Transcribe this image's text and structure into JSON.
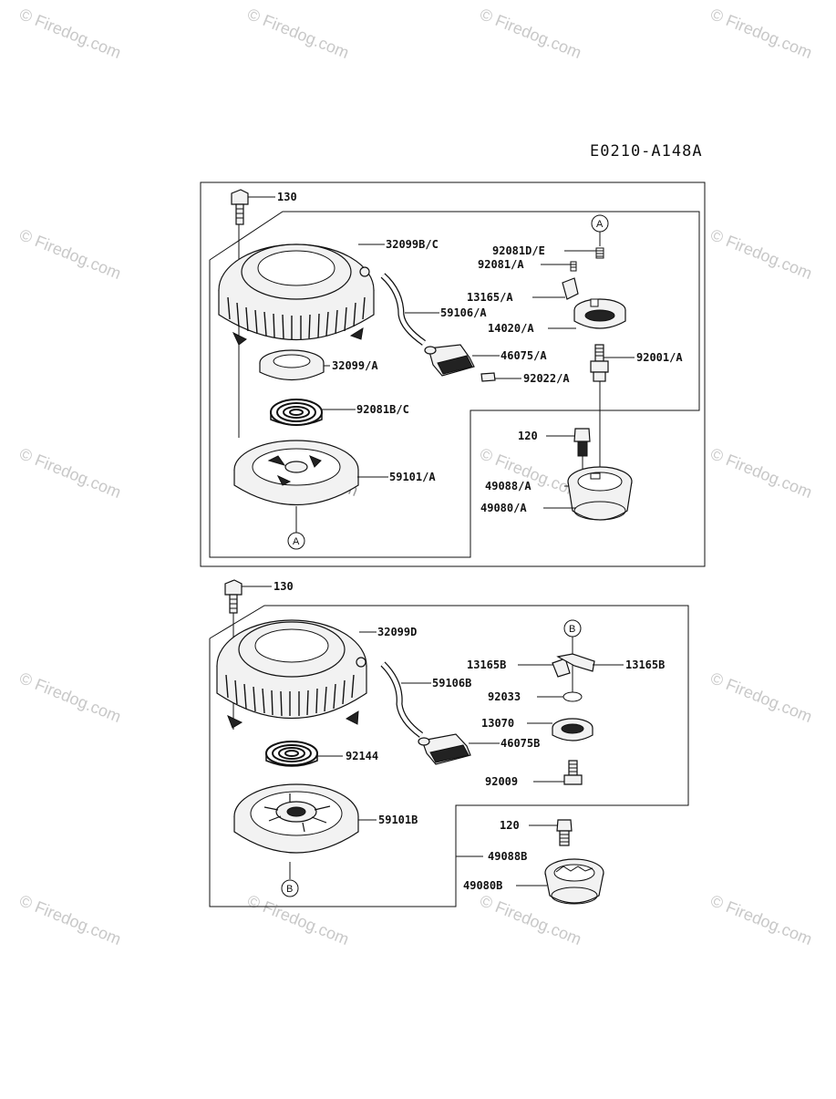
{
  "diagram_code": "E0210-A148A",
  "watermark": "Firedog.com",
  "watermark_symbol": "©",
  "callouts": {
    "A": "A",
    "B": "B"
  },
  "top_assembly": {
    "labels": {
      "p130": "130",
      "p32099BC": "32099B/C",
      "p59106A": "59106/A",
      "p32099A": "32099/A",
      "p92081BC": "92081B/C",
      "p59101A": "59101/A",
      "p92081DE": "92081D/E",
      "p92081A": "92081/A",
      "p13165A": "13165/A",
      "p14020A": "14020/A",
      "p46075A": "46075/A",
      "p92001A": "92001/A",
      "p92022A": "92022/A",
      "p120": "120",
      "p49088A": "49088/A",
      "p49080A": "49080/A"
    }
  },
  "bottom_assembly": {
    "labels": {
      "p130": "130",
      "p32099D": "32099D",
      "p59106B": "59106B",
      "p92144": "92144",
      "p59101B": "59101B",
      "p13165B_left": "13165B",
      "p13165B_right": "13165B",
      "p92033": "92033",
      "p13070": "13070",
      "p46075B": "46075B",
      "p92009": "92009",
      "p120": "120",
      "p49088B": "49088B",
      "p49080B": "49080B"
    }
  }
}
